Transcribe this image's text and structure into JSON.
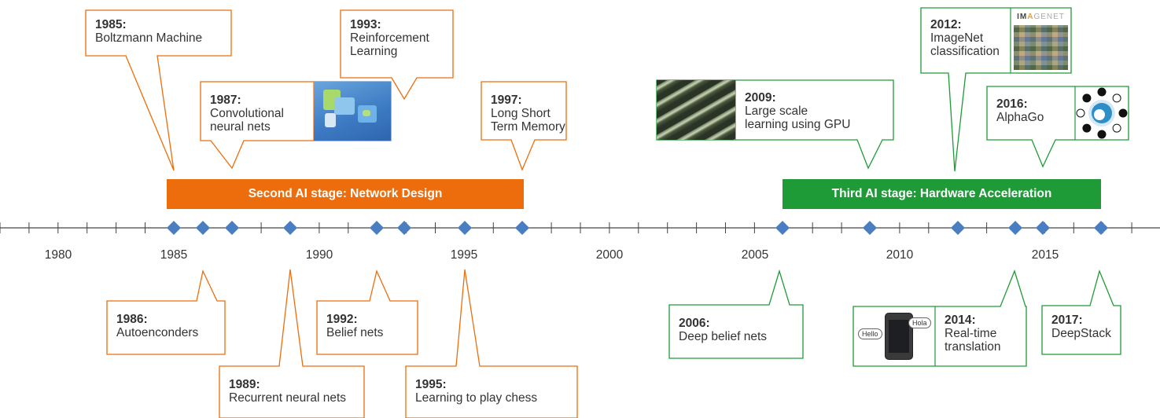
{
  "axis": {
    "labels": [
      "1980",
      "1985",
      "1990",
      "1995",
      "2000",
      "2005",
      "2010",
      "2015"
    ],
    "line_color": "#444444",
    "marker_color": "#4a7ec2"
  },
  "stages": [
    {
      "label": "Second AI stage: Network Design",
      "color": "#ed6d0c"
    },
    {
      "label": "Third AI stage: Hardware Acceleration",
      "color": "#1e9b37"
    }
  ],
  "milestones": [
    {
      "year": "1985:",
      "label": "Boltzmann Machine",
      "stage": 0
    },
    {
      "year": "1986:",
      "label": "Autoenconders",
      "stage": 0
    },
    {
      "year": "1987:",
      "label": "Convolutional\nneural nets",
      "stage": 0,
      "image": "cnn-diagram-image"
    },
    {
      "year": "1989:",
      "label": "Recurrent neural nets",
      "stage": 0
    },
    {
      "year": "1992:",
      "label": "Belief nets",
      "stage": 0
    },
    {
      "year": "1993:",
      "label": "Reinforcement\nLearning",
      "stage": 0
    },
    {
      "year": "1995:",
      "label": "Learning to play chess",
      "stage": 0
    },
    {
      "year": "1997:",
      "label": "Long Short\nTerm Memory",
      "stage": 0
    },
    {
      "year": "2006:",
      "label": "Deep belief nets",
      "stage": 1
    },
    {
      "year": "2009:",
      "label": "Large scale\nlearning using GPU",
      "stage": 1,
      "image": "gpu-image"
    },
    {
      "year": "2012:",
      "label": "ImageNet\nclassification",
      "stage": 1,
      "image": "imagenet-image"
    },
    {
      "year": "2014:",
      "label": "Real-time\ntranslation",
      "stage": 1,
      "image": "phone-translation-image"
    },
    {
      "year": "2016:",
      "label": "AlphaGo",
      "stage": 1,
      "image": "alphago-logo-image"
    },
    {
      "year": "2017:",
      "label": "DeepStack",
      "stage": 1
    }
  ],
  "images": {
    "imagenet_logo": {
      "first": "IM",
      "star": "A",
      "rest": "GENET"
    },
    "bubble_left": "Hello",
    "bubble_right": "Hola"
  }
}
